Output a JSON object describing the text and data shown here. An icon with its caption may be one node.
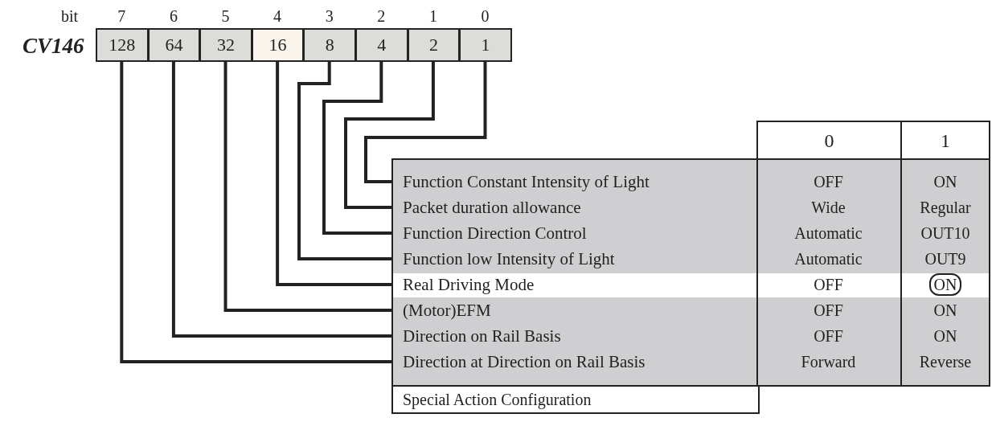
{
  "diagram": {
    "nodes": [
      {
        "text": [
          "128"
        ],
        "beside": [
          "7"
        ]
      },
      {
        "text": [
          "64"
        ],
        "beside": [
          "6"
        ]
      },
      {
        "text": [
          "32"
        ],
        "beside": [
          "5"
        ]
      },
      {
        "text": [
          "16"
        ],
        "beside": [
          "4"
        ]
      },
      {
        "text": [
          "8"
        ],
        "beside": [
          "3"
        ]
      },
      {
        "text": [
          "4"
        ],
        "beside": [
          "2"
        ]
      },
      {
        "text": [
          "2"
        ],
        "beside": [
          "1"
        ]
      },
      {
        "text": [
          "1"
        ],
        "beside": [
          "0"
        ]
      },
      {
        "text": [
          "Function Constant Intensity of Light"
        ]
      },
      {
        "text": [
          "Packet duration allowance"
        ]
      },
      {
        "text": [
          "Function Direction Control"
        ]
      },
      {
        "text": [
          "Function low Intensity of Light"
        ]
      },
      {
        "text": [
          "Real Driving Mode"
        ]
      },
      {
        "text": [
          "(Motor)EFM"
        ]
      },
      {
        "text": [
          "Direction on Rail Basis"
        ]
      },
      {
        "text": [
          "Direction at Direction on Rail Basis"
        ]
      }
    ],
    "edges": [
      {
        "from": 7,
        "to": 8,
        "arrow": "none"
      },
      {
        "from": 6,
        "to": 9,
        "arrow": "none"
      },
      {
        "from": 5,
        "to": 10,
        "arrow": "none"
      },
      {
        "from": 4,
        "to": 11,
        "arrow": "none"
      },
      {
        "from": 3,
        "to": 12,
        "arrow": "none"
      },
      {
        "from": 2,
        "to": 13,
        "arrow": "none"
      },
      {
        "from": 1,
        "to": 14,
        "arrow": "none"
      },
      {
        "from": 0,
        "to": 15,
        "arrow": "none"
      }
    ],
    "labels": [
      "bit",
      "CV146",
      "0",
      "1",
      "OFF",
      "ON",
      "Wide",
      "Regular",
      "Automatic",
      "OUT10",
      "Automatic",
      "OUT9",
      "OFF",
      "ON",
      "OFF",
      "ON",
      "OFF",
      "ON",
      "Forward",
      "Reverse",
      "Special Action Configuration"
    ]
  }
}
